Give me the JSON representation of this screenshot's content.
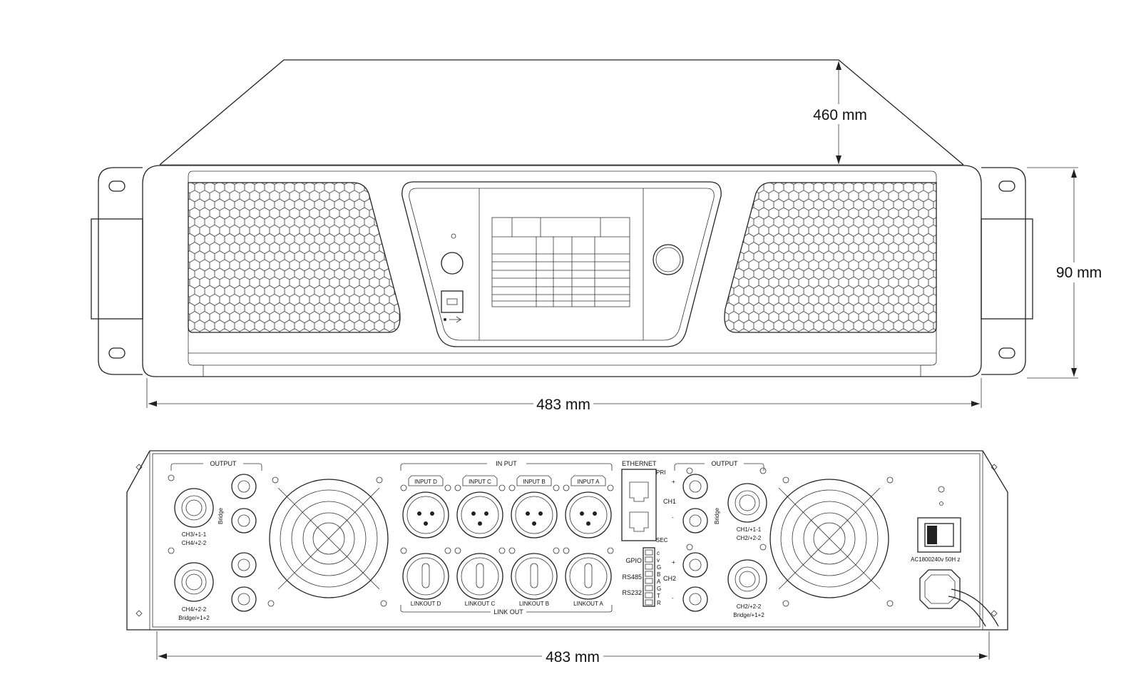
{
  "dimensions": {
    "depth": "460 mm",
    "height": "90 mm",
    "front_width": "483 mm",
    "rear_width": "483 mm"
  },
  "rear_panel": {
    "output_left": "OUTPUT",
    "output_right": "OUTPUT",
    "input_group": "IN PUT",
    "linkout_group": "LINK OUT",
    "ethernet": "ETHERNET",
    "pri": "PRI",
    "sec": "SEC",
    "ch1": "CH1",
    "ch2": "CH2",
    "gpio": "GPIO",
    "rs485": "RS485",
    "rs232": "RS232",
    "terminal_letters": [
      "c",
      "v",
      "G",
      "B",
      "A",
      "G",
      "T",
      "R"
    ],
    "bridge_left": "Bridge",
    "bridge_right": "Bridge",
    "speakon_labels": {
      "left_top_1": "CH3/+1-1",
      "left_top_2": "CH4/+2-2",
      "left_bottom_1": "CH4/+2-2",
      "left_bottom_2": "Bridge/+1+2",
      "right_top_1": "CH1/+1-1",
      "right_top_2": "CH2/+2-2",
      "right_bottom_1": "CH2/+2-2",
      "right_bottom_2": "Bridge/+1+2"
    },
    "inputs": [
      "INPUT D",
      "INPUT C",
      "INPUT B",
      "INPUT A"
    ],
    "linkouts": [
      "LINKOUT D",
      "LINKOUT C",
      "LINKOUT B",
      "LINKOUT A"
    ],
    "power_label": "AC1800240v   50H z"
  },
  "colors": {
    "line": "#222222",
    "background": "#ffffff"
  }
}
